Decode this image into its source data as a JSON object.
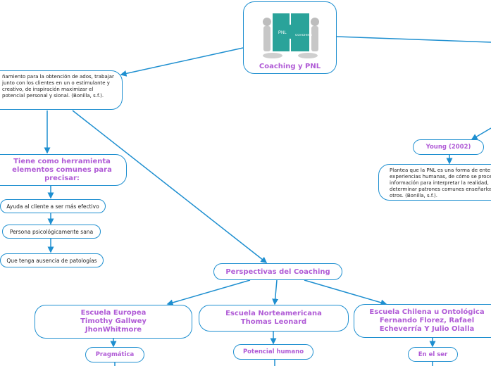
{
  "root": {
    "label": "Coaching y PNL",
    "image_text_left": "PNL",
    "image_text_right": "COACHING"
  },
  "definition": {
    "text": "ñamiento para la obtención de ados, trabajar junto con los clientes en un o estimulante y creativo, de inspiración maximizar el potencial personal y sional. (Bonilla, s.f.)."
  },
  "tool": {
    "label": "Tiene como herramienta elementos comunes para precisar:"
  },
  "tool_items": [
    "Ayuda al cliente a ser más efectivo",
    "Persona psicológicamente sana",
    "Que tenga ausencia de patologías"
  ],
  "perspectives": {
    "label": "Perspectivas del Coaching"
  },
  "schools": [
    {
      "name": "Escuela Europea Timothy Gallwey JhonWhitmore",
      "sub": "Pragmática"
    },
    {
      "name": "Escuela Norteamericana Thomas Leonard",
      "sub": "Potencial humano"
    },
    {
      "name": "Escuela Chilena u Ontológica Fernando Florez, Rafael Echeverría Y Julio Olalla",
      "sub": "En el ser"
    }
  ],
  "young": {
    "label": "Young (2002)",
    "text": "Plantea que la PNL es una forma de ente experiencias humanas, de cómo se proce información para interpretar la realidad, determinar patrones comunes enseñarlos otros. (Bonilla, s.f.)."
  },
  "colors": {
    "line": "#1e8fd0",
    "accent": "#b05bd6",
    "puzzle": "#2aa39a"
  }
}
